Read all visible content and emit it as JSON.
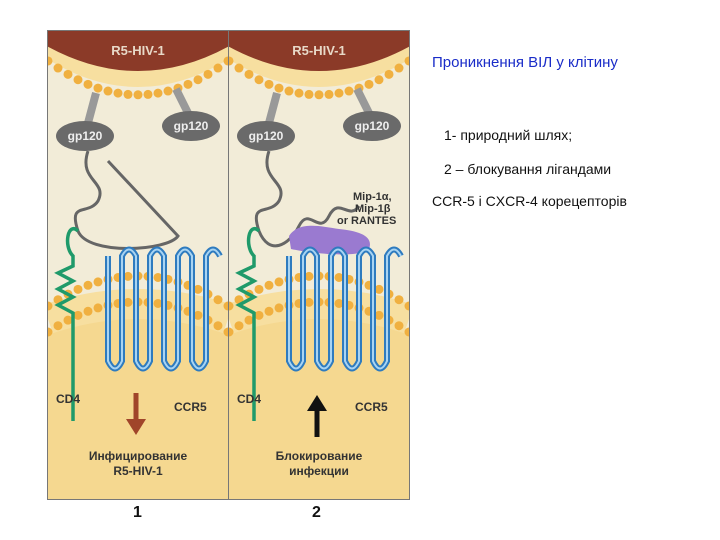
{
  "title": "Проникнення ВІЛ у клітину",
  "lines": [
    "1- природний шлях;",
    "2  –  блокування  лігандами",
    "CCR-5 і CXCR-4 корецепторів"
  ],
  "panels": [
    {
      "virus_label": "R5-HIV-1",
      "gp120_left": "gp120",
      "gp120_right": "gp120",
      "cd4_label": "CD4",
      "ccr5_label": "CCR5",
      "arrow_direction": "down",
      "caption_1": "Инфицирование",
      "caption_2": "R5-HIV-1",
      "number": "1"
    },
    {
      "virus_label": "R5-HIV-1",
      "gp120_left": "gp120",
      "gp120_right": "gp120",
      "ligand_1": "Mip-1α,",
      "ligand_2": "Mip-1β",
      "ligand_3": "or RANTES",
      "cd4_label": "CD4",
      "ccr5_label": "CCR5",
      "arrow_direction": "up",
      "caption_1": "Блокирование",
      "caption_2": "инфекции",
      "number": "2"
    }
  ],
  "colors": {
    "virus": "#8b3a28",
    "membrane_head": "#f0b040",
    "cytoplasm": "#f5d890",
    "cd4": "#1f9a6a",
    "ccr5": "#2e7bbf",
    "ligand": "#9a7ad0",
    "infect_arrow": "#a0452a",
    "title": "#1a2cc8"
  }
}
